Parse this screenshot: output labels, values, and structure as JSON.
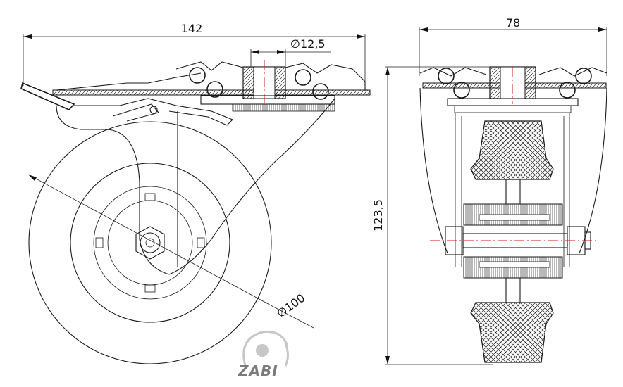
{
  "dimensions": {
    "side_width": "142",
    "bore_diameter": "∅12,5",
    "front_width": "78",
    "total_height": "123,5",
    "wheel_diameter": "∅100"
  },
  "watermark": {
    "brand_text": "ZABI"
  },
  "colors": {
    "line": "#1a1a1a",
    "centerline": "#d01818",
    "watermark": "#bdbdbd"
  }
}
